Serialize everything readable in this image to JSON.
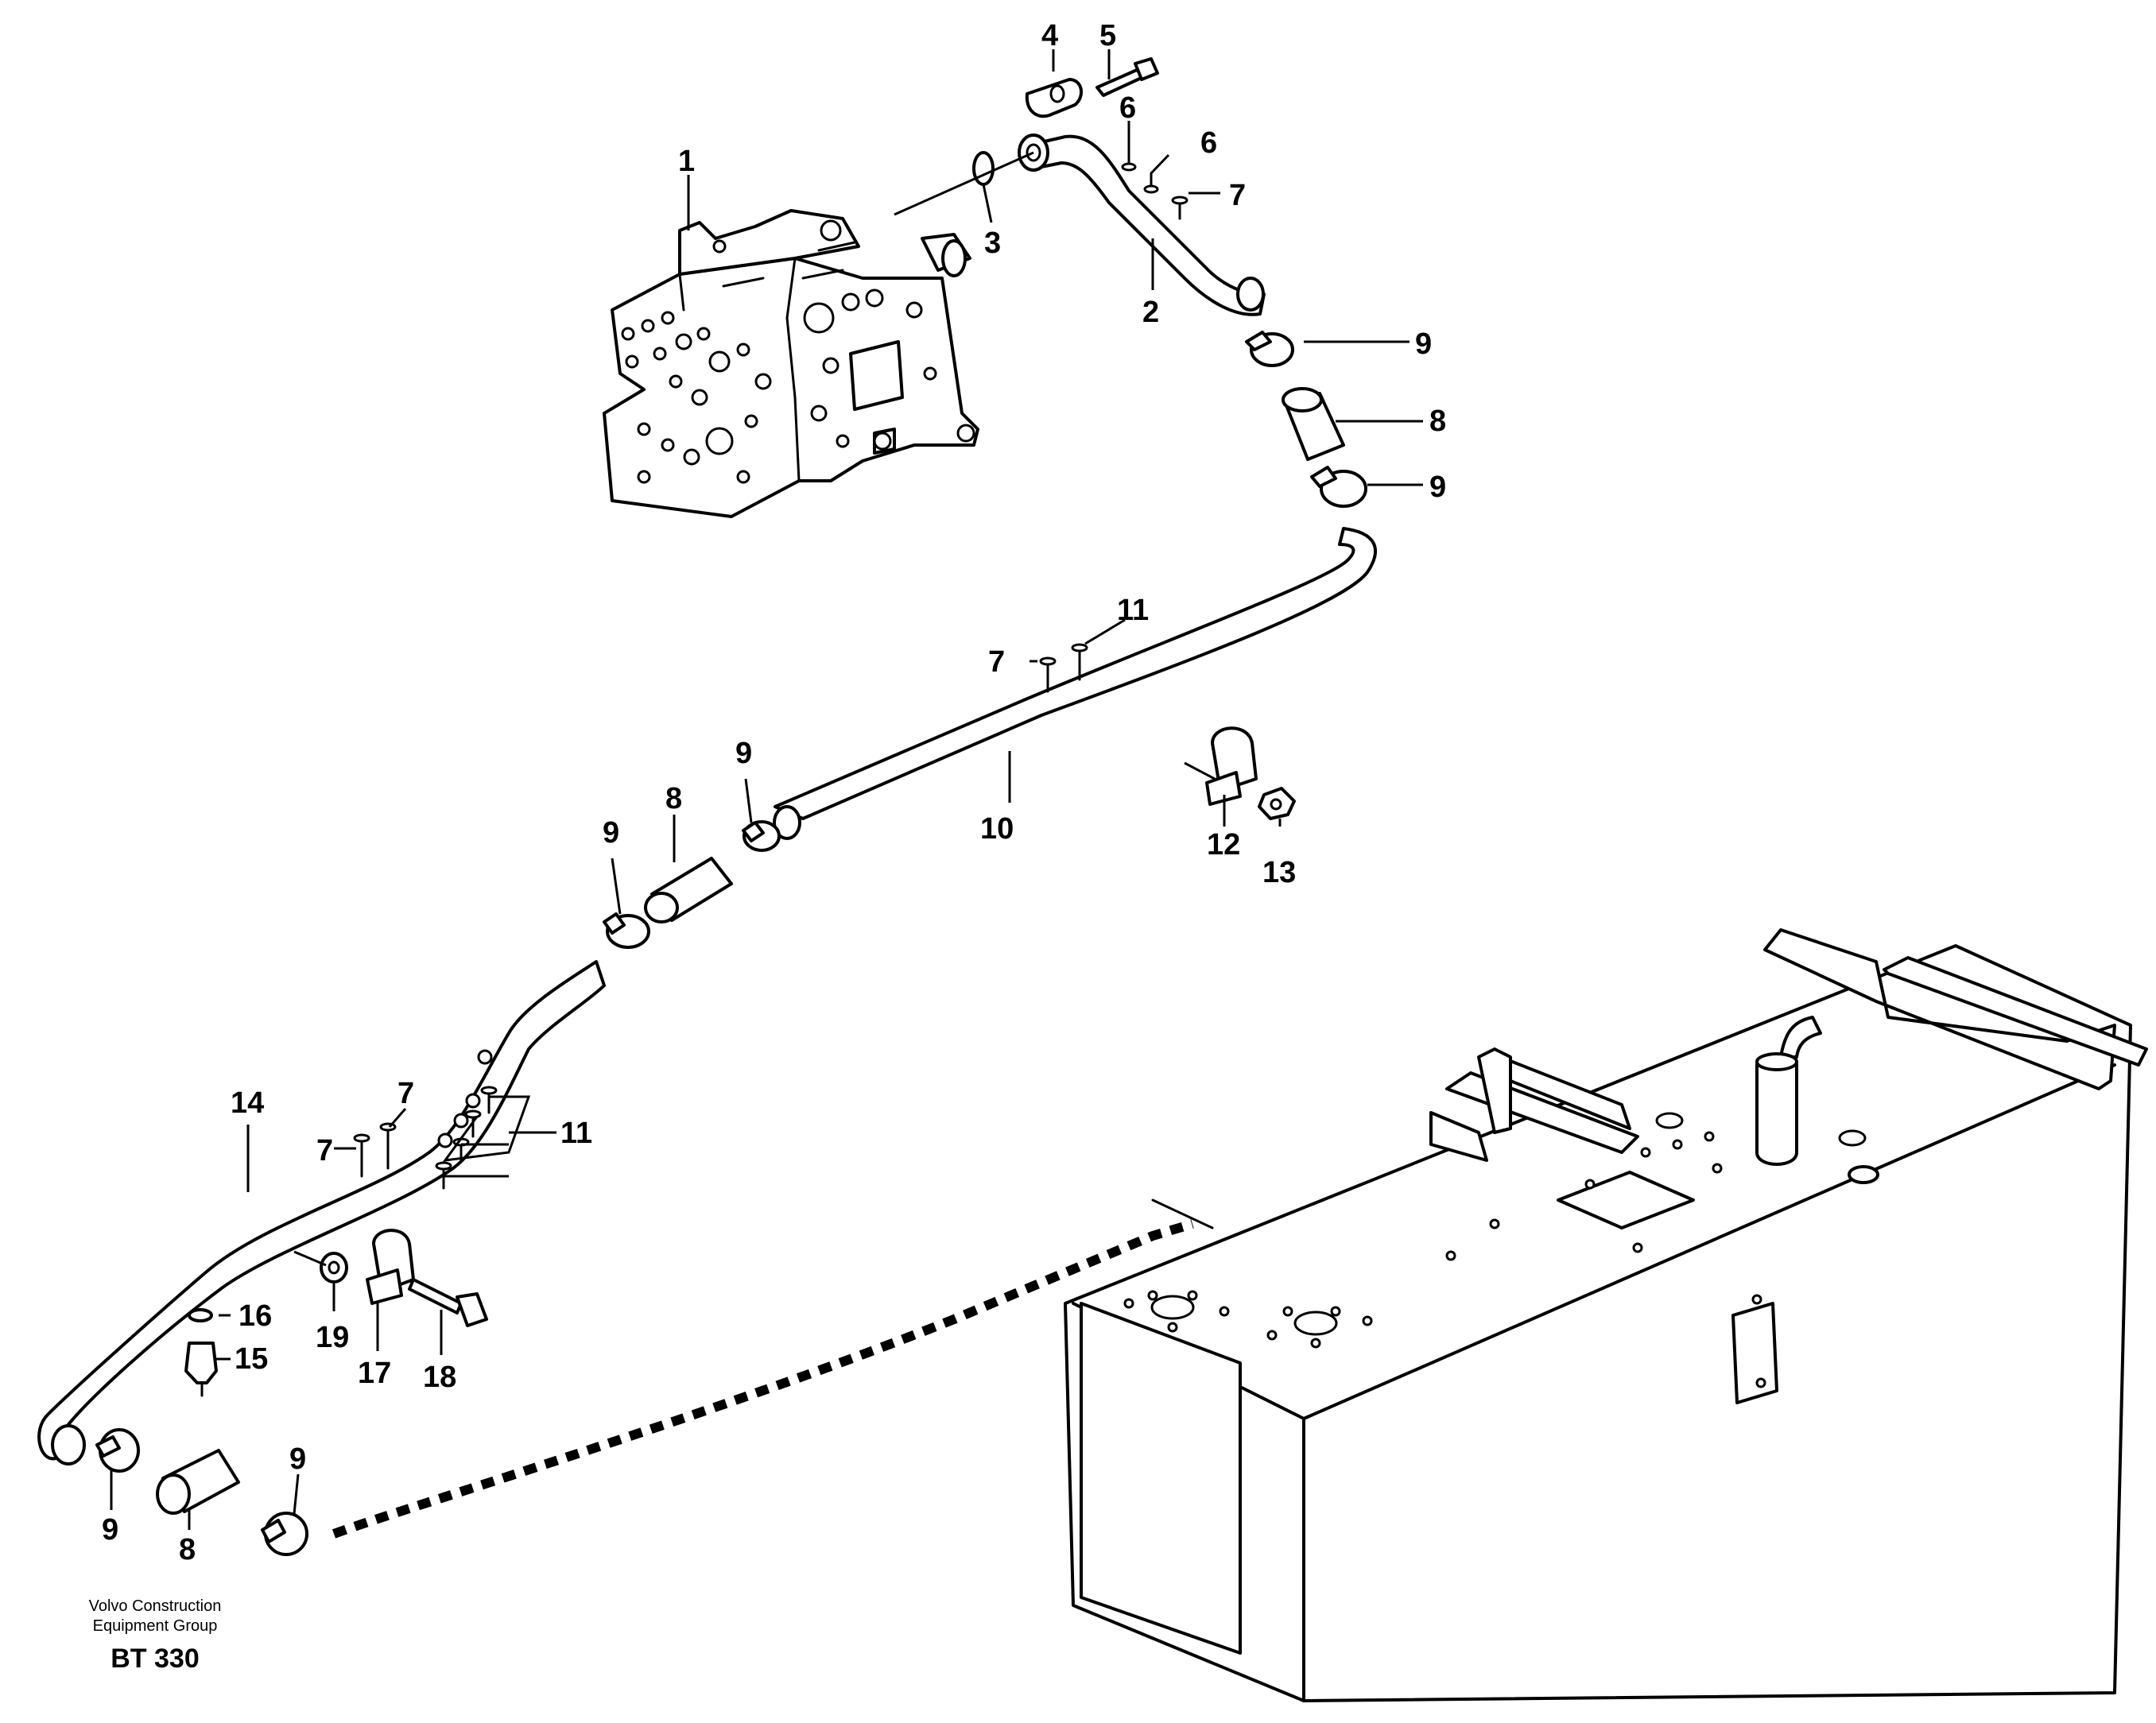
{
  "callouts": {
    "c1": "1",
    "c2": "2",
    "c3": "3",
    "c4": "4",
    "c5": "5",
    "c6a": "6",
    "c6b": "6",
    "c7a": "7",
    "c7b": "7",
    "c7c": "7",
    "c7d": "7",
    "c8a": "8",
    "c8b": "8",
    "c8c": "8",
    "c9a": "9",
    "c9b": "9",
    "c9c": "9",
    "c9d": "9",
    "c9e": "9",
    "c9f": "9",
    "c10": "10",
    "c11a": "11",
    "c11b": "11",
    "c12": "12",
    "c13": "13",
    "c14": "14",
    "c15": "15",
    "c16": "16",
    "c17": "17",
    "c18": "18",
    "c19": "19"
  },
  "footer": {
    "company_line1": "Volvo Construction",
    "company_line2": "Equipment Group",
    "code": "BT 330"
  }
}
